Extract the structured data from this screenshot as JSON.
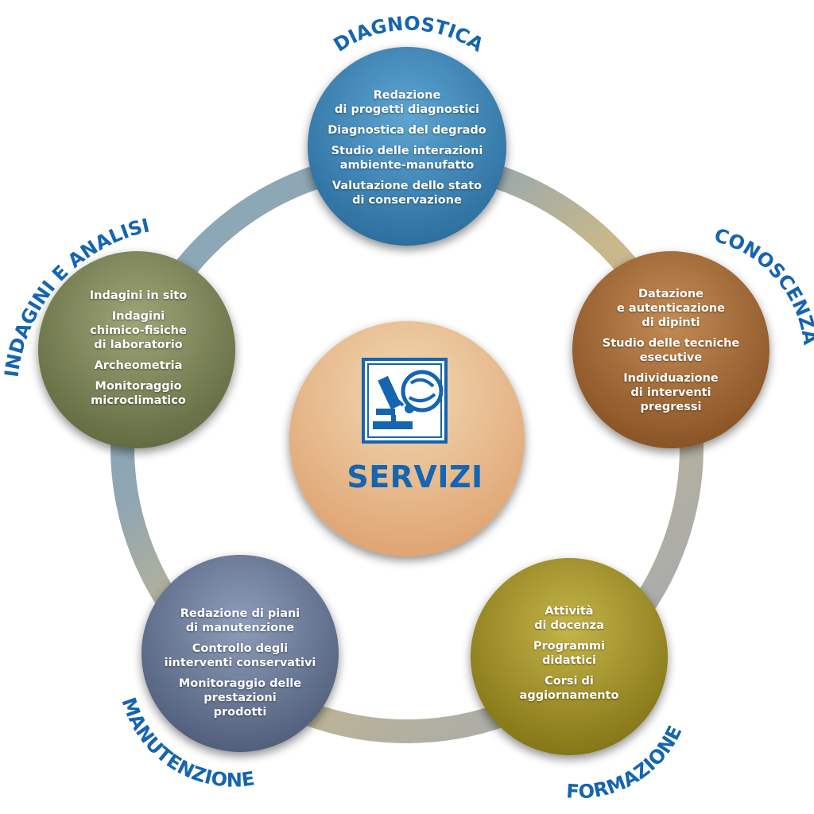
{
  "center": {
    "title": "SERVIZI",
    "logo": "microscope-logo"
  },
  "nodes": [
    {
      "id": "diagnostica",
      "label": "DIAGNOSTICA",
      "items": [
        "Redazione\ndi progetti diagnostici",
        "Diagnostica del degrado",
        "Studio delle interazioni\nambiente-manufatto",
        "Valutazione dello stato\ndi conservazione"
      ]
    },
    {
      "id": "conoscenza",
      "label": "CONOSCENZA",
      "items": [
        "Datazione\ne autenticazione\ndi dipinti",
        "Studio delle tecniche\nesecutive",
        "Individuazione\ndi interventi\npregressi"
      ]
    },
    {
      "id": "formazione",
      "label": "FORMAZIONE",
      "items": [
        "Attività\ndi docenza",
        "Programmi\ndidattici",
        "Corsi di\naggiornamento"
      ]
    },
    {
      "id": "manutenzione",
      "label": "MANUTENZIONE",
      "items": [
        "Redazione di piani\ndi manutenzione",
        "Controllo degli\niinterventi conservativi",
        "Monitoraggio delle\nprestazioni\nprodotti"
      ]
    },
    {
      "id": "indagini",
      "label": "INDAGINI E ANALISI",
      "items": [
        "Indagini in sito",
        "Indagini\nchimico-fisiche\ndi laboratorio",
        "Archeometria",
        "Monitoraggio\nmicroclimatico"
      ]
    }
  ],
  "colors": {
    "label_blue": "#1565b0",
    "diagnostica": "#3e87b8",
    "conoscenza": "#a86d3a",
    "formazione": "#a6952c",
    "manutenzione": "#6c7d99",
    "indagini": "#7f8a5c",
    "center": "#e8b98c"
  }
}
